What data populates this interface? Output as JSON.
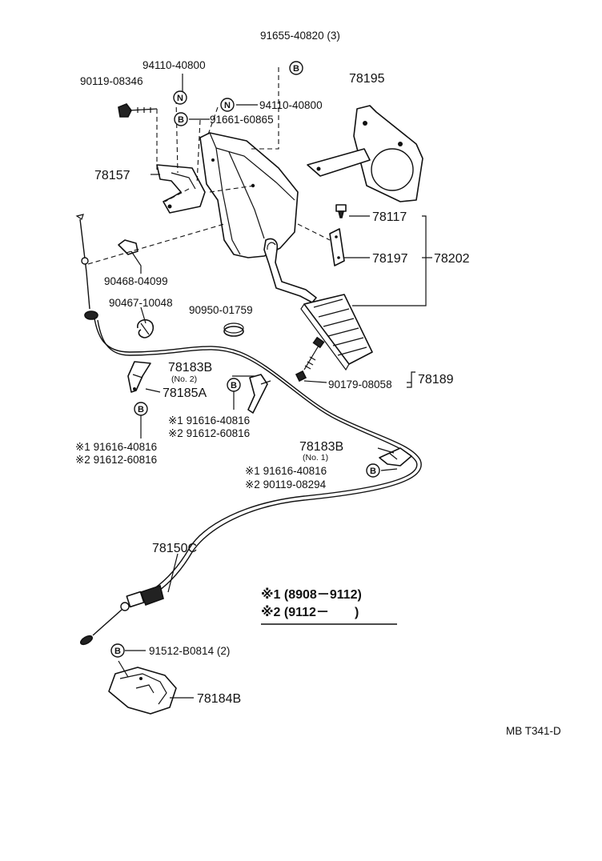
{
  "callouts": {
    "p91655": "91655-40820 (3)",
    "p94110a": "94110-40800",
    "p90119a": "90119-08346",
    "p94110b": "94110-40800",
    "p91661": "91661-60865",
    "p78195": "78195",
    "p78157": "78157",
    "p78117": "78117",
    "p78197": "78197",
    "p78202": "78202",
    "p90468": "90468-04099",
    "p90467": "90467-10048",
    "p90950": "90950-01759",
    "p78183b_2": "78183B",
    "no2": "(No. 2)",
    "p78185a": "78185A",
    "p90179": "90179-08058",
    "p78189": "78189",
    "m1_91616_mid": "※1 91616-40816",
    "m2_91612_mid": "※2 91612-60816",
    "m1_91616_left": "※1 91616-40816",
    "m2_91612_left": "※2 91612-60816",
    "p78183b_1": "78183B",
    "no1": "(No. 1)",
    "m1_91616_right": "※1 91616-40816",
    "m2_90119_right": "※2 90119-08294",
    "p78150c": "78150C",
    "p91512": "91512-B0814 (2)",
    "p78184b": "78184B",
    "footer": "MB T341-D"
  },
  "legend": {
    "row1": "※1 (8908－9112)",
    "row2": "※2 (9112－　　)"
  },
  "symbols": {
    "b": "B",
    "n": "N"
  }
}
